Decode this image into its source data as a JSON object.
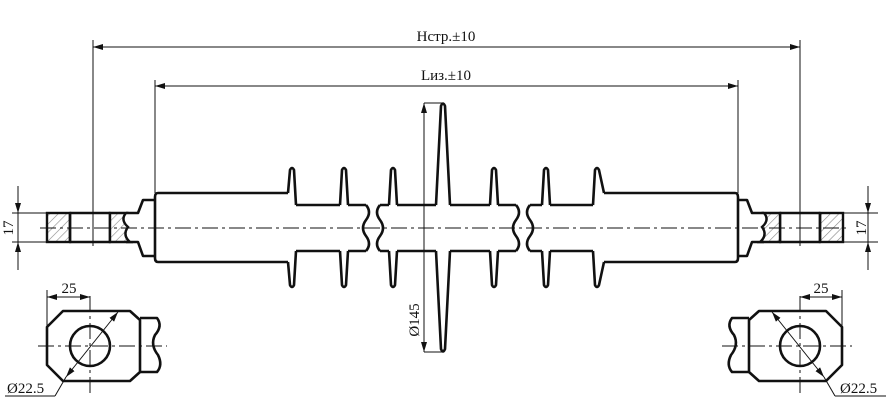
{
  "dimensions": {
    "overall_length": "Нстр.±10",
    "insulation_length": "Lиз.±10",
    "shed_diameter": "Ø145",
    "end_thickness_left": "17",
    "end_thickness_right": "17",
    "eye_offset_left": "25",
    "eye_offset_right": "25",
    "hole_diameter_left": "Ø22.5",
    "hole_diameter_right": "Ø22.5"
  }
}
